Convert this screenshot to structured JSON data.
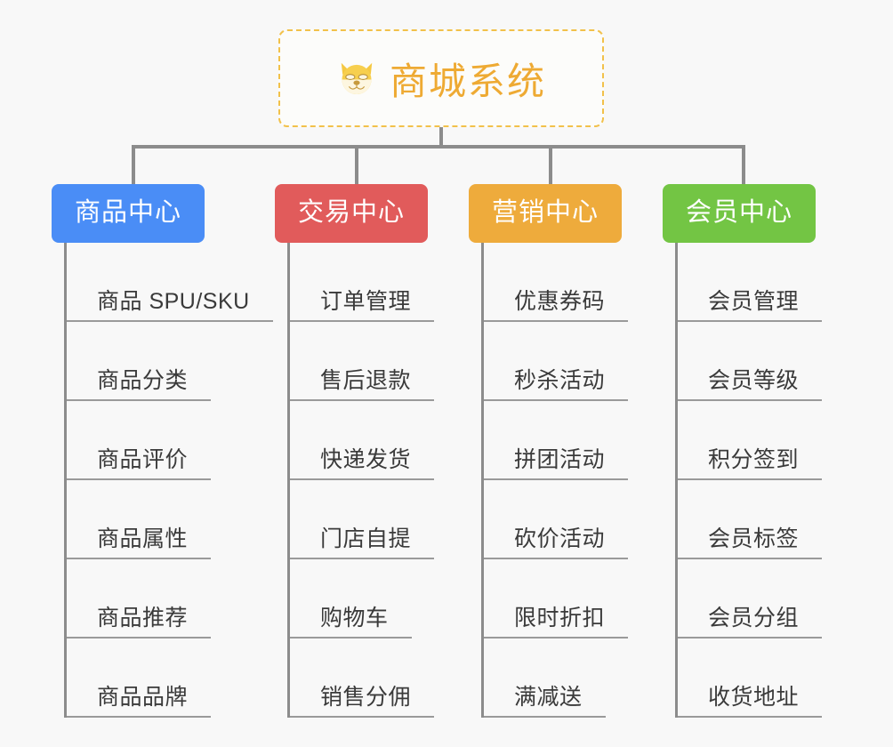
{
  "page": {
    "background": "#f8f8f8",
    "line_color": "#8c8c8c"
  },
  "root": {
    "title": "商城系统",
    "icon": "dog-face-icon",
    "icon_glyph": "🐶",
    "text_color": "#eeaa33",
    "border_color": "#f2c14a"
  },
  "branches": [
    {
      "id": "product-center",
      "label": "商品中心",
      "color": "#4a8df6",
      "items": [
        {
          "label": "商品 SPU/SKU"
        },
        {
          "label": "商品分类"
        },
        {
          "label": "商品评价"
        },
        {
          "label": "商品属性"
        },
        {
          "label": "商品推荐"
        },
        {
          "label": "商品品牌"
        }
      ]
    },
    {
      "id": "trade-center",
      "label": "交易中心",
      "color": "#e15b5b",
      "items": [
        {
          "label": "订单管理"
        },
        {
          "label": "售后退款"
        },
        {
          "label": "快递发货"
        },
        {
          "label": "门店自提"
        },
        {
          "label": "购物车"
        },
        {
          "label": "销售分佣"
        }
      ]
    },
    {
      "id": "marketing-center",
      "label": "营销中心",
      "color": "#eeab3c",
      "items": [
        {
          "label": "优惠券码"
        },
        {
          "label": "秒杀活动"
        },
        {
          "label": "拼团活动"
        },
        {
          "label": "砍价活动"
        },
        {
          "label": "限时折扣"
        },
        {
          "label": "满减送"
        }
      ]
    },
    {
      "id": "member-center",
      "label": "会员中心",
      "color": "#73c544",
      "items": [
        {
          "label": "会员管理"
        },
        {
          "label": "会员等级"
        },
        {
          "label": "积分签到"
        },
        {
          "label": "会员标签"
        },
        {
          "label": "会员分组"
        },
        {
          "label": "收货地址"
        }
      ]
    }
  ]
}
